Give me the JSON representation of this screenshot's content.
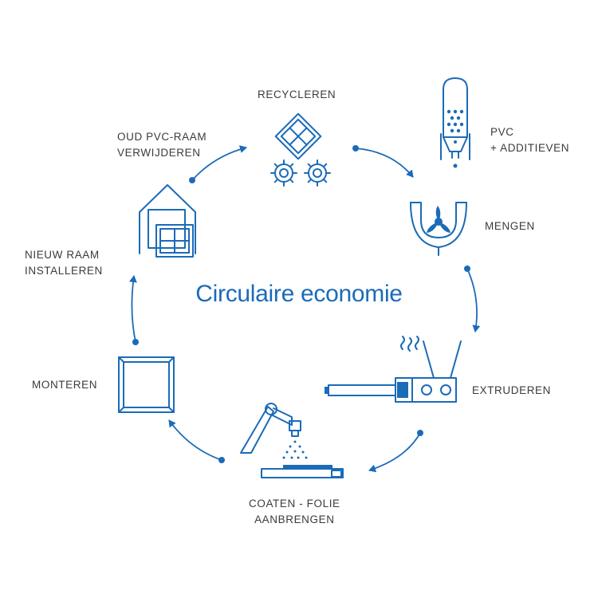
{
  "center_title": "Circulaire economie",
  "steps": {
    "recyclen": {
      "lines": [
        "RECYCLEREN"
      ]
    },
    "pvc": {
      "lines": [
        "PVC",
        "+ ADDITIEVEN"
      ]
    },
    "mengen": {
      "lines": [
        "MENGEN"
      ]
    },
    "extruderen": {
      "lines": [
        "EXTRUDEREN"
      ]
    },
    "coaten": {
      "lines": [
        "COATEN - FOLIE",
        "AANBRENGEN"
      ]
    },
    "monteren": {
      "lines": [
        "MONTEREN"
      ]
    },
    "installeren": {
      "lines": [
        "NIEUW RAAM",
        "INSTALLEREN"
      ]
    },
    "verwijderen": {
      "lines": [
        "OUD PVC-RAAM",
        "VERWIJDEREN"
      ]
    }
  },
  "colors": {
    "accent": "#1b6bb8",
    "text": "#3b3b3b"
  }
}
